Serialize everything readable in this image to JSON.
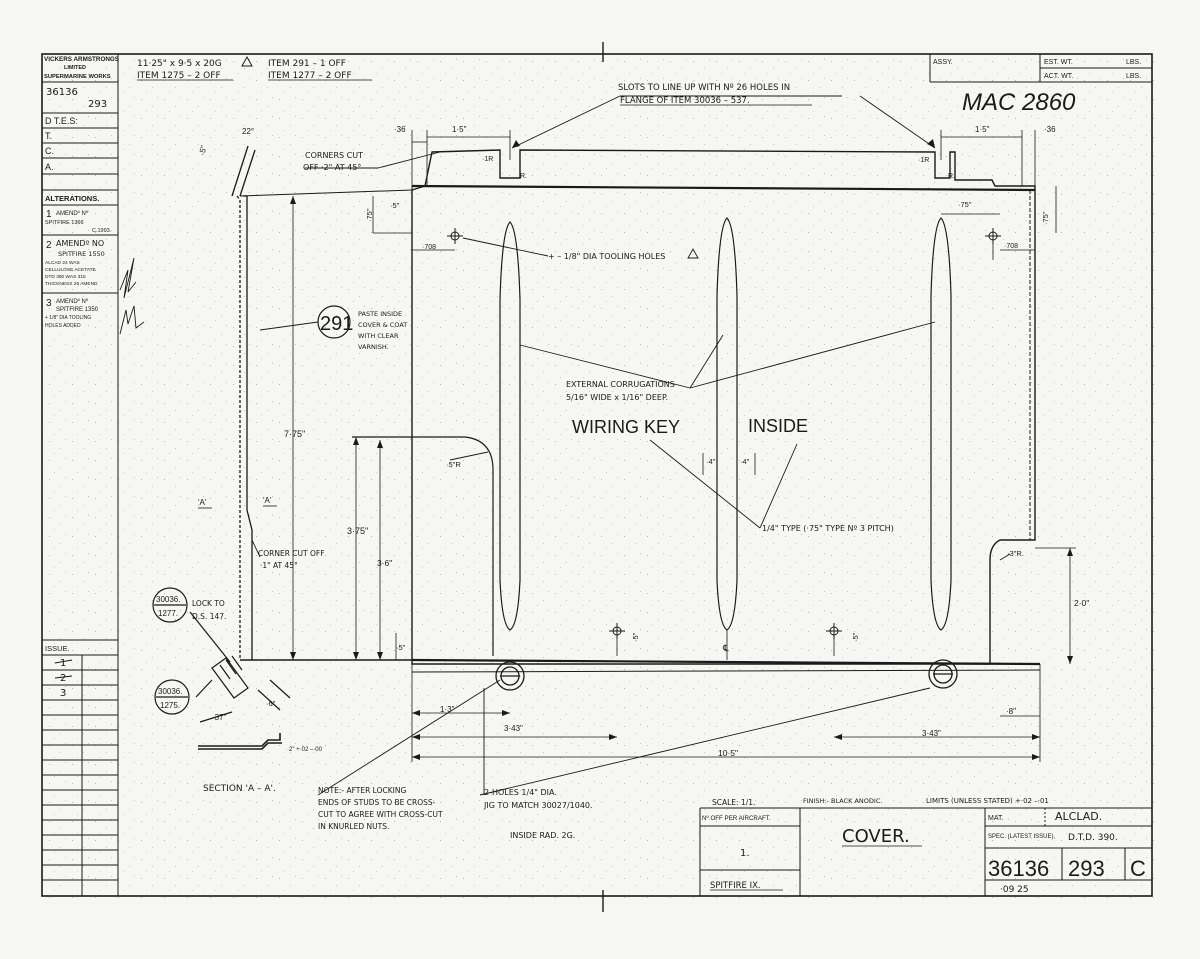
{
  "title_block": {
    "company_line1": "VICKERS ARMSTRONGS",
    "company_line2": "LIMITED",
    "company_line3": "SUPERMARINE WORKS",
    "drawing_no_top": "36136",
    "drawing_no_sub": "293",
    "d_tes": "D  T.E.S:",
    "row_t": "T.",
    "row_c": "C.",
    "row_a": "A.",
    "alterations": "ALTERATIONS.",
    "alt1_line1": "AMENDº Nº",
    "alt1_line2": "SPITFIRE 1366",
    "alt1_line3": "C.1993.",
    "alt2_line1": "AMENDº NO",
    "alt2_line2": "SPITFIRE 1550",
    "alt2_line3": "ALCAD 24 WAS",
    "alt2_line4": "CELLULOSE ACETATE",
    "alt2_line5": "DTD 390 WAS 315",
    "alt2_line6": "THICKNESS 26 AMEND",
    "alt3_line1": "AMENDº Nº",
    "alt3_line2": "SPITFIRE 1350",
    "alt3_line3": "+ 1/8\" DIA TOOLING",
    "alt3_line4": "HOLES ADDED",
    "issue": "ISSUE.",
    "issue_rows": [
      "1",
      "2",
      "3"
    ]
  },
  "header": {
    "stock_size": "11·25\" x 9·5 x 20G",
    "stock_item": "ITEM 1275 – 2 OFF",
    "item_291": "ITEM 291 – 1 OFF",
    "item_1277": "ITEM 1277 – 2 OFF",
    "assy": "ASSY.",
    "est_wt": "EST. WT.",
    "act_wt": "ACT. WT.",
    "lbs": "LBS.",
    "handwritten_no": "MAC 2860"
  },
  "notes": {
    "slots": "SLOTS TO LINE UP WITH Nº 26 HOLES IN",
    "slots2": "FLANGE OF ITEM 30036 – 537.",
    "corners_cut": "CORNERS CUT",
    "corners_cut2": "OFF ·2\" AT 45°",
    "tooling_holes": "+ – 1/8\" DIA TOOLING HOLES",
    "paste_inside": "PASTE INSIDE",
    "paste_inside2": "COVER & COAT",
    "paste_inside3": "WITH CLEAR",
    "paste_inside4": "VARNISH.",
    "external_corr": "EXTERNAL CORRUGATIONS",
    "external_corr2": "5/16\" WIDE x 1/16\" DEEP.",
    "wiring_key": "WIRING KEY",
    "inside": "INSIDE",
    "type_note": "1/4\" TYPE (·75\" TYPE Nº 3 PITCH)",
    "corner_cut": "CORNER CUT OFF",
    "corner_cut2": "·1\" AT 45°",
    "lock_to": "LOCK TO",
    "lock_to2": "D.S. 147.",
    "section": "SECTION 'A – A'.",
    "note_locking1": "NOTE:- AFTER LOCKING",
    "note_locking2": "ENDS OF STUDS TO BE CROSS-",
    "note_locking3": "CUT TO AGREE WITH CROSS-CUT",
    "note_locking4": "IN KNURLED NUTS.",
    "holes": "2-HOLES 1/4\" DIA.",
    "jig": "JIG TO MATCH 30027/1040.",
    "inside_rad": "INSIDE RAD. 2G."
  },
  "callouts": {
    "item_291": "291",
    "item_30036_a": "30036.",
    "item_1277": "1277.",
    "item_30036_b": "30036.",
    "item_1275": "1275."
  },
  "dims": {
    "d22": "22°",
    "d5": "·5\"",
    "d36_left": "·36",
    "d36_right": "·36",
    "d15_left": "1·5\"",
    "d15_right": "1·5\"",
    "r1": "·1R",
    "r1b": "·1R",
    "r_left": "R.",
    "r_right": "R.",
    "d5b": "·5\"",
    "d75_left": "·75\"",
    "d75_right": "·75\"",
    "d75_top": "·75\"",
    "d708_left": "·708",
    "d708_right": "·708",
    "d775": "7·75\"",
    "d375": "3·75\"",
    "d36": "3·6\"",
    "d5r": "·5\"R",
    "d3r": "·3\"R.",
    "d4a": "·4\"",
    "d4b": "·4\"",
    "d20": "2·0\"",
    "d5c": "·5\"",
    "d5d": "·5\"",
    "d5e": "·5\"",
    "d13": "1·3\"",
    "d343_left": "3·43\"",
    "d343_right": "3·43\"",
    "d8": "·8\"",
    "d105": "10·5\"",
    "d37": "·37\"",
    "d6": "·6\"",
    "dtol": "·2\" +·02 –·00",
    "section_a1": "'A'",
    "section_a2": "'A'"
  },
  "bottom_block": {
    "scale": "SCALE: 1/1.",
    "finish": "FINISH:- BLACK ANODIC.",
    "limits": "LIMITS (UNLESS STATED) +·02 –·01",
    "no_off": "Nº OFF PER AIRCRAFT.",
    "qty": "1.",
    "aircraft": "SPITFIRE IX.",
    "part_name": "COVER.",
    "mat": "MAT.",
    "material": "ALCLAD.",
    "spec": "SPEC. (LATEST ISSUE).",
    "spec_value": "D.T.D. 390.",
    "dwg_group": "36136",
    "dwg_part": "293",
    "dwg_issue": "C",
    "hand_note": "·09 25"
  }
}
